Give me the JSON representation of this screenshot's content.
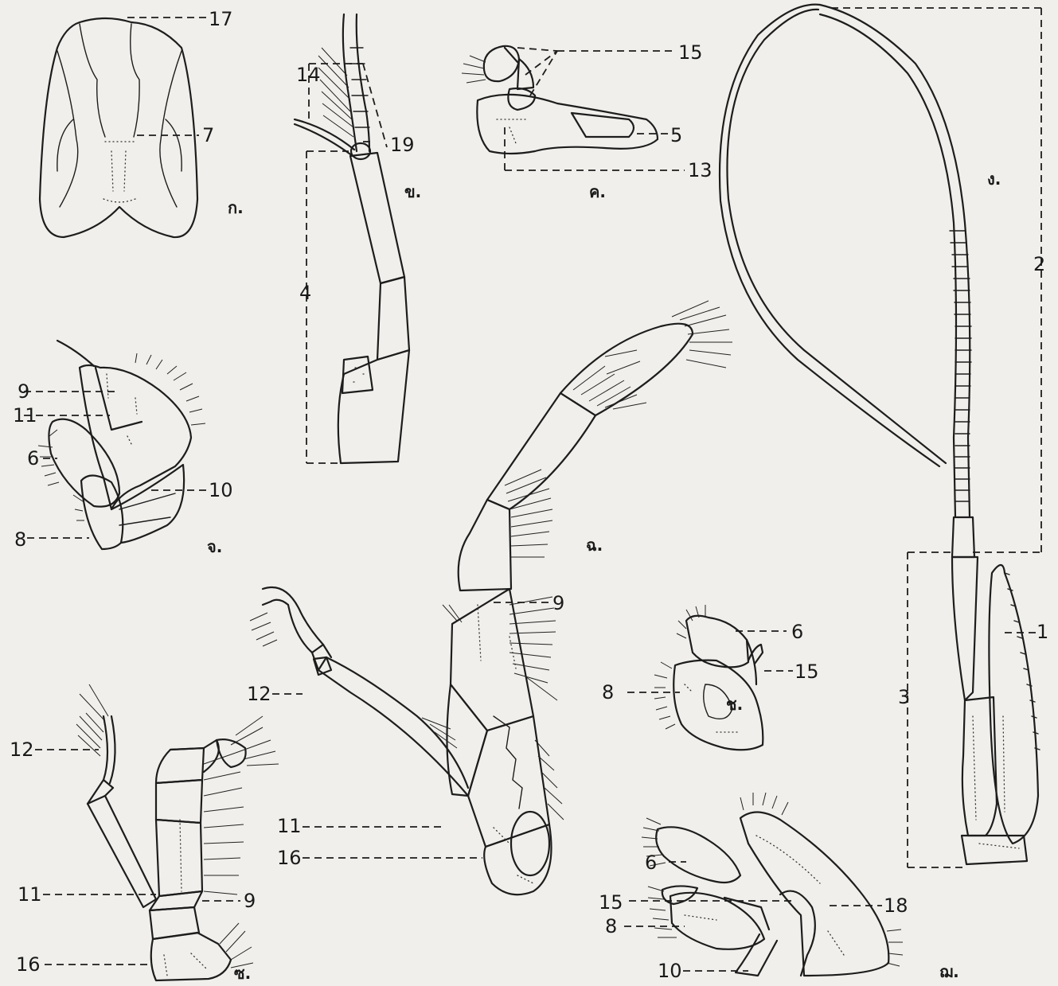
{
  "figure_labels": {
    "a": "ก.",
    "b": "ข.",
    "c": "ค.",
    "d": "ง.",
    "e": "จ.",
    "f": "ฉ.",
    "g": "ช.",
    "h": "ซ.",
    "i": "ฌ."
  },
  "callouts": {
    "head_17": "17",
    "head_7": "7",
    "ant1_14": "14",
    "ant1_19": "19",
    "ant1_4": "4",
    "mand_15": "15",
    "mand_5": "5",
    "mand_13": "13",
    "ant2_2": "2",
    "ant2_3": "3",
    "ant2_1": "1",
    "mx_9": "9",
    "mx_11": "11",
    "mx_6": "6",
    "mx_10": "10",
    "mx_8": "8",
    "leg_9": "9",
    "leg_12": "12",
    "leg_11": "11",
    "leg_16": "16",
    "max1_6": "6",
    "max1_15": "15",
    "max1_8": "8",
    "leg2_12": "12",
    "leg2_11": "11",
    "leg2_9": "9",
    "leg2_16": "16",
    "mxp_6": "6",
    "mxp_15": "15",
    "mxp_18": "18",
    "mxp_8": "8",
    "mxp_10": "10"
  }
}
